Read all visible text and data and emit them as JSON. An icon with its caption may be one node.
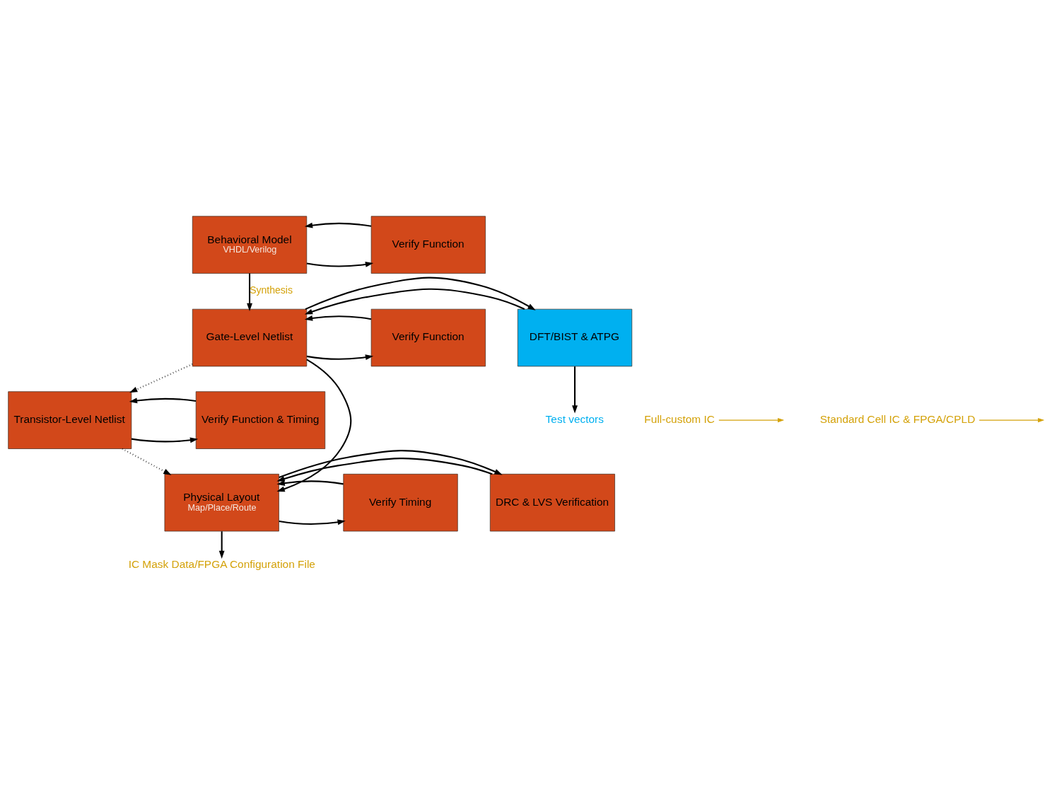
{
  "diagram": {
    "nodes": [
      {
        "text": [
          "Behavioral Model",
          "VHDL/Verilog"
        ]
      },
      {
        "text": [
          "Verify Function"
        ]
      },
      {
        "text": [
          "DFT/BIST & ATPG"
        ]
      },
      {
        "text": [
          "Gate-Level Netlist"
        ]
      },
      {
        "text": [
          "Verify Function"
        ]
      },
      {
        "text": [
          "Test vectors"
        ]
      },
      {
        "text": [
          "Full-custom IC"
        ]
      },
      {
        "text": [
          "Transistor-Level Netlist"
        ]
      },
      {
        "text": [
          "Verify Function & Timing"
        ]
      },
      {
        "text": [
          "Standard Cell IC & FPGA/CPLD"
        ]
      },
      {
        "text": [
          "DRC & LVS Verification"
        ]
      },
      {
        "text": [
          "Physical Layout",
          "Map/Place/Route"
        ]
      },
      {
        "text": [
          "Verify Timing"
        ]
      },
      {
        "text": [
          "IC Mask Data/FPGA Configuration File"
        ]
      }
    ],
    "edges": [
      {
        "from": 0,
        "to": 1,
        "arrow": "to"
      },
      {
        "from": 1,
        "to": 0,
        "arrow": "to"
      },
      {
        "from": 0,
        "to": 3,
        "arrow": "to",
        "label": "Synthesis"
      },
      {
        "from": 2,
        "to": 3,
        "arrow": "to"
      },
      {
        "from": 3,
        "to": 2,
        "arrow": "to"
      },
      {
        "from": 3,
        "to": 4,
        "arrow": "to"
      },
      {
        "from": 4,
        "to": 3,
        "arrow": "to"
      },
      {
        "from": 2,
        "to": 5,
        "arrow": "to"
      },
      {
        "from": 3,
        "to": 7,
        "arrow": "to",
        "style": "dashed"
      },
      {
        "from": 6,
        "to": null,
        "arrow": "to",
        "color": "#d4a20a"
      },
      {
        "from": 7,
        "to": 8,
        "arrow": "to"
      },
      {
        "from": 8,
        "to": 7,
        "arrow": "to"
      },
      {
        "from": 3,
        "to": 11,
        "arrow": "to"
      },
      {
        "from": 7,
        "to": 11,
        "arrow": "to",
        "style": "dashed"
      },
      {
        "from": 9,
        "to": null,
        "arrow": "to",
        "color": "#d4a20a"
      },
      {
        "from": 10,
        "to": 11,
        "arrow": "to"
      },
      {
        "from": 11,
        "to": 10,
        "arrow": "to"
      },
      {
        "from": 11,
        "to": 12,
        "arrow": "to"
      },
      {
        "from": 12,
        "to": 11,
        "arrow": "to"
      },
      {
        "from": 11,
        "to": 13,
        "arrow": "to"
      }
    ]
  }
}
